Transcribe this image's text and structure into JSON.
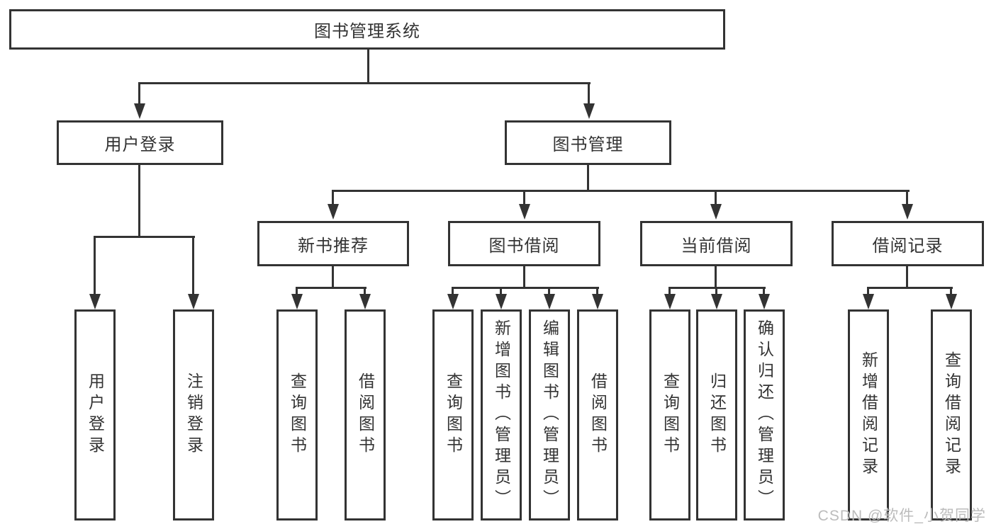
{
  "colors": {
    "stroke": "#333333",
    "text": "#333333",
    "watermark": "#bcbcbc",
    "background": "#ffffff"
  },
  "diagram": {
    "root": {
      "label": "图书管理系统"
    },
    "branches": [
      {
        "label": "用户登录",
        "children": [
          {
            "label": "用户登录"
          },
          {
            "label": "注销登录"
          }
        ]
      },
      {
        "label": "图书管理",
        "groups": [
          {
            "label": "新书推荐",
            "children": [
              {
                "label": "查询图书"
              },
              {
                "label": "借阅图书"
              }
            ]
          },
          {
            "label": "图书借阅",
            "children": [
              {
                "label": "查询图书"
              },
              {
                "label": "新增图书（管理员）"
              },
              {
                "label": "编辑图书（管理员）"
              },
              {
                "label": "借阅图书"
              }
            ]
          },
          {
            "label": "当前借阅",
            "children": [
              {
                "label": "查询图书"
              },
              {
                "label": "归还图书"
              },
              {
                "label": "确认归还（管理员）"
              }
            ]
          },
          {
            "label": "借阅记录",
            "children": [
              {
                "label": "新增借阅记录"
              },
              {
                "label": "查询借阅记录"
              }
            ]
          }
        ]
      }
    ],
    "watermark": "CSDN @软件_小贺同学"
  }
}
